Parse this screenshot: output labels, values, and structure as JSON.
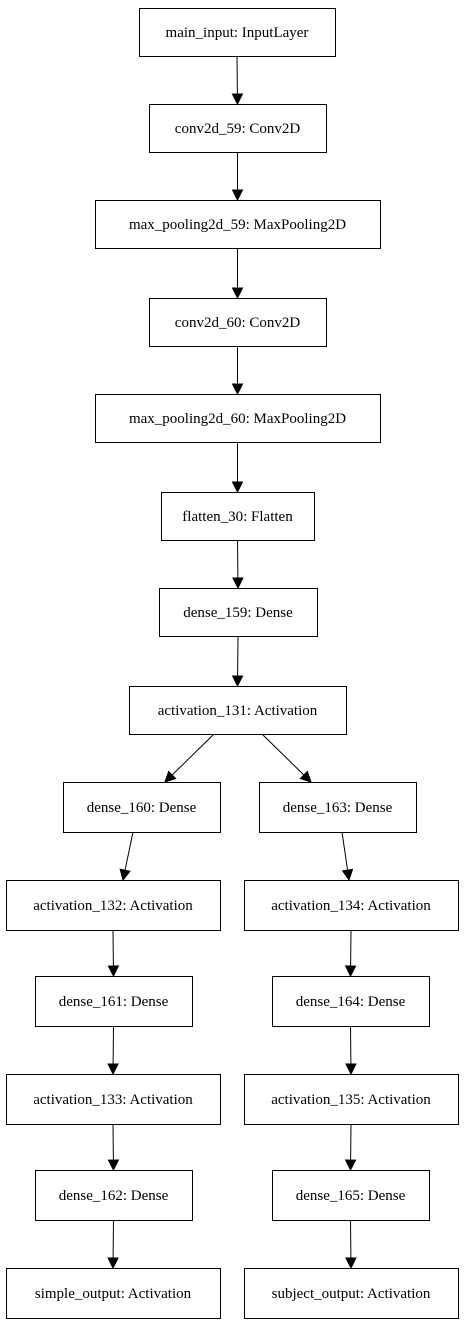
{
  "nodes": [
    {
      "id": "main_input",
      "label": "main_input: InputLayer"
    },
    {
      "id": "conv2d_59",
      "label": "conv2d_59: Conv2D"
    },
    {
      "id": "max_pooling2d_59",
      "label": "max_pooling2d_59: MaxPooling2D"
    },
    {
      "id": "conv2d_60",
      "label": "conv2d_60: Conv2D"
    },
    {
      "id": "max_pooling2d_60",
      "label": "max_pooling2d_60: MaxPooling2D"
    },
    {
      "id": "flatten_30",
      "label": "flatten_30: Flatten"
    },
    {
      "id": "dense_159",
      "label": "dense_159: Dense"
    },
    {
      "id": "activation_131",
      "label": "activation_131: Activation"
    },
    {
      "id": "dense_160",
      "label": "dense_160: Dense"
    },
    {
      "id": "dense_163",
      "label": "dense_163: Dense"
    },
    {
      "id": "activation_132",
      "label": "activation_132: Activation"
    },
    {
      "id": "activation_134",
      "label": "activation_134: Activation"
    },
    {
      "id": "dense_161",
      "label": "dense_161: Dense"
    },
    {
      "id": "dense_164",
      "label": "dense_164: Dense"
    },
    {
      "id": "activation_133",
      "label": "activation_133: Activation"
    },
    {
      "id": "activation_135",
      "label": "activation_135: Activation"
    },
    {
      "id": "dense_162",
      "label": "dense_162: Dense"
    },
    {
      "id": "dense_165",
      "label": "dense_165: Dense"
    },
    {
      "id": "simple_output",
      "label": "simple_output: Activation"
    },
    {
      "id": "subject_output",
      "label": "subject_output: Activation"
    }
  ],
  "edges": [
    {
      "from": "main_input",
      "to": "conv2d_59"
    },
    {
      "from": "conv2d_59",
      "to": "max_pooling2d_59"
    },
    {
      "from": "max_pooling2d_59",
      "to": "conv2d_60"
    },
    {
      "from": "conv2d_60",
      "to": "max_pooling2d_60"
    },
    {
      "from": "max_pooling2d_60",
      "to": "flatten_30"
    },
    {
      "from": "flatten_30",
      "to": "dense_159"
    },
    {
      "from": "dense_159",
      "to": "activation_131"
    },
    {
      "from": "activation_131",
      "to": "dense_160"
    },
    {
      "from": "activation_131",
      "to": "dense_163"
    },
    {
      "from": "dense_160",
      "to": "activation_132"
    },
    {
      "from": "activation_132",
      "to": "dense_161"
    },
    {
      "from": "dense_161",
      "to": "activation_133"
    },
    {
      "from": "activation_133",
      "to": "dense_162"
    },
    {
      "from": "dense_162",
      "to": "simple_output"
    },
    {
      "from": "dense_163",
      "to": "activation_134"
    },
    {
      "from": "activation_134",
      "to": "dense_164"
    },
    {
      "from": "dense_164",
      "to": "activation_135"
    },
    {
      "from": "activation_135",
      "to": "dense_165"
    },
    {
      "from": "dense_165",
      "to": "subject_output"
    }
  ],
  "colors": {
    "background": "#ffffff",
    "stroke": "#000000",
    "text": "#000000"
  }
}
